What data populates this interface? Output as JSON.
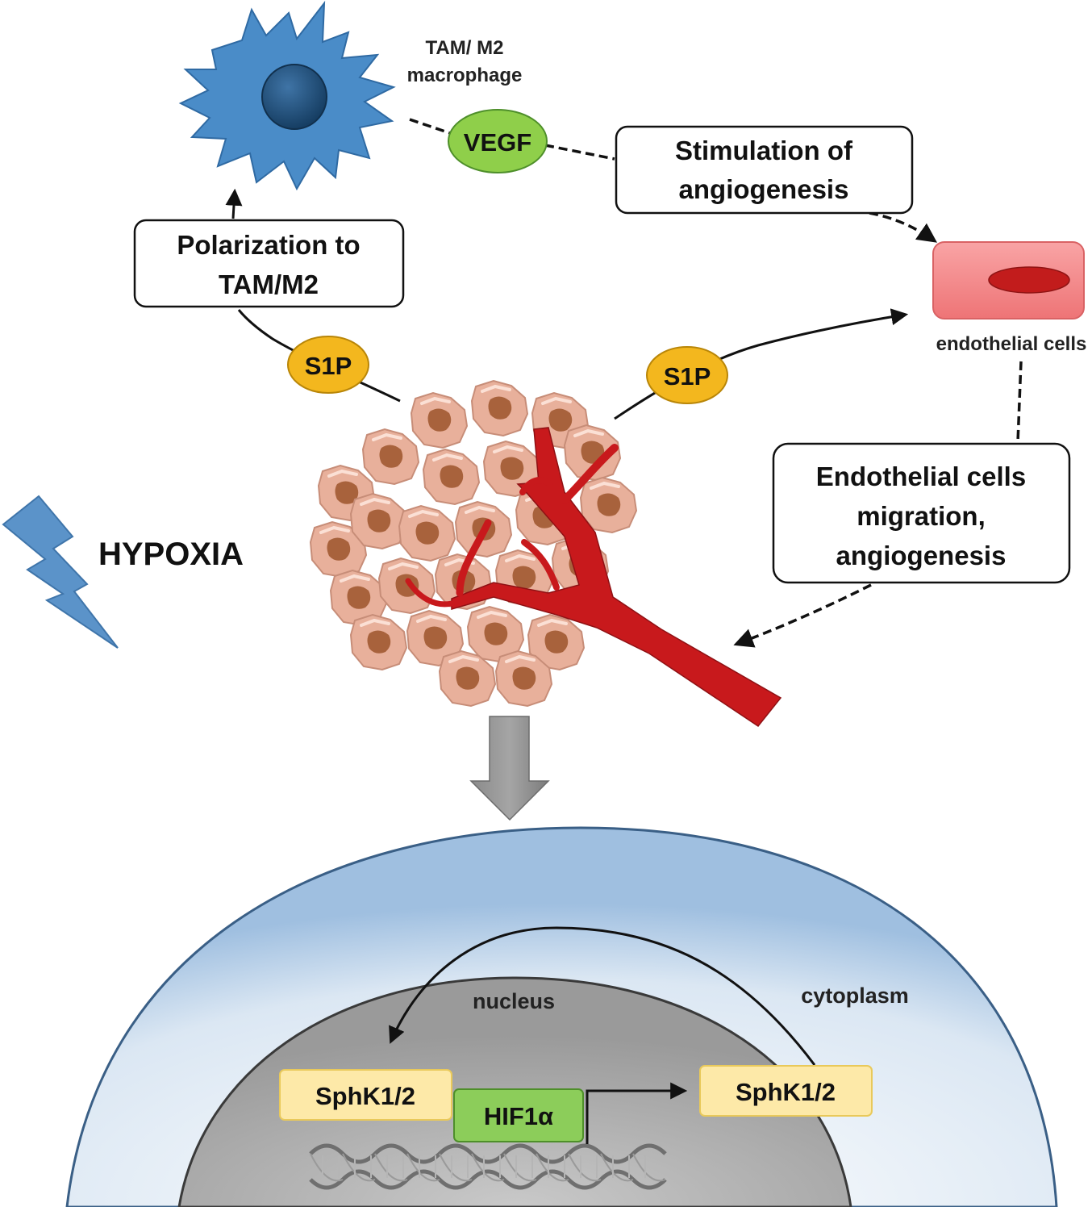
{
  "labels": {
    "macrophage_line1": "TAM/ M2",
    "macrophage_line2": "macrophage",
    "vegf": "VEGF",
    "stimulation_line1": "Stimulation of",
    "stimulation_line2": "angiogenesis",
    "polarization_line1": "Polarization to",
    "polarization_line2": "TAM/M2",
    "s1p_left": "S1P",
    "s1p_right": "S1P",
    "endothelial_cells": "endothelial cells",
    "endo_box_line1": "Endothelial cells",
    "endo_box_line2": "migration,",
    "endo_box_line3": "angiogenesis",
    "hypoxia": "HYPOXIA",
    "nucleus": "nucleus",
    "cytoplasm": "cytoplasm",
    "sphk_left": "SphK1/2",
    "hif": "HIF1α",
    "sphk_right": "SphK1/2"
  },
  "colors": {
    "macrophage": "#4a8cc8",
    "macrophage_nucleus": "#1e4e7a",
    "vegf": "#8fcf4a",
    "s1p": "#f3b71e",
    "endothelial_cell": "#f4888a",
    "endothelial_nucleus": "#c21c1c",
    "tumor_cell": "#e8b09b",
    "tumor_nucleus": "#a8623c",
    "vessel": "#c8191c",
    "hypoxia_bolt": "#5b93c9",
    "cytoplasm": "#bcd3ea",
    "nucleus": "#b0b0b0",
    "sphk_box": "#fde9a8",
    "hif_box": "#8ccd5a",
    "down_arrow": "#8c8c8c"
  }
}
